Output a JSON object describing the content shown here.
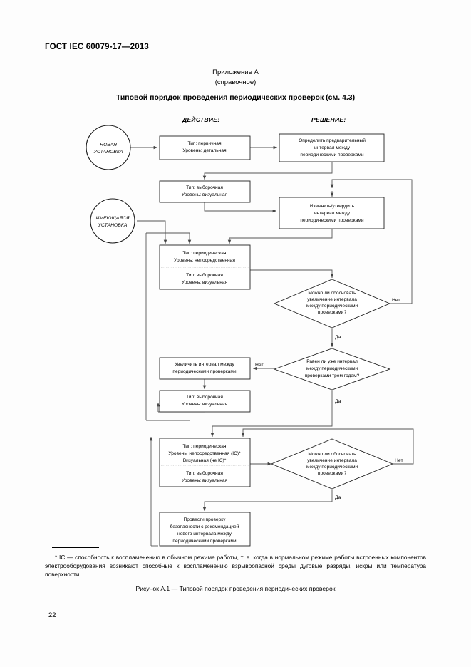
{
  "document": {
    "standard_header": "ГОСТ IEC 60079-17—2013",
    "annex_title": "Приложение А",
    "annex_subtitle": "(справочное)",
    "figure_heading": "Типовой порядок проведения периодических проверок (см. 4.3)",
    "figure_caption": "Рисунок А.1 — Типовой порядок проведения периодических проверок",
    "page_number": "22",
    "footnote": "* IC — способность к воспламенению в обычном режиме работы, т. е. когда в нормальном режиме работы встроенных компонентов электрооборудования возникают способные к воспламенению взрывоопасной среды дуговые разряды, искры или температура поверхности."
  },
  "columns": {
    "action": "ДЕЙСТВИЕ:",
    "decision": "РЕШЕНИЕ:"
  },
  "flow": {
    "terminators": [
      {
        "id": "new-installation",
        "lines": [
          "НОВАЯ",
          "УСТАНОВКА"
        ]
      },
      {
        "id": "existing-installation",
        "lines": [
          "ИМЕЮЩАЯСЯ",
          "УСТАНОВКА"
        ]
      }
    ],
    "process_boxes": [
      {
        "id": "initial-detailed",
        "lines": [
          "Тип: первичная",
          "Уровень: детальная"
        ]
      },
      {
        "id": "determine-interval",
        "lines": [
          "Определить предварительный",
          "интервал между",
          "периодическими проверками"
        ]
      },
      {
        "id": "sample-visual-1",
        "lines": [
          "Тип: выборочная",
          "Уровень: визуальная"
        ]
      },
      {
        "id": "change-approve-interval",
        "lines": [
          "Изменить/утвердить",
          "интервал между",
          "периодическими проверками"
        ]
      },
      {
        "id": "periodic-close-split",
        "top_lines": [
          "Тип: периодическая",
          "Уровень: непосредственная"
        ],
        "bottom_lines": [
          "Тип: выборочная",
          "Уровень: визуальная"
        ]
      },
      {
        "id": "increase-interval",
        "lines": [
          "Увеличить интервал между",
          "периодическими проверками"
        ]
      },
      {
        "id": "sample-visual-2",
        "lines": [
          "Тип: выборочная",
          "Уровень: визуальная"
        ]
      },
      {
        "id": "periodic-ic-split",
        "top_lines": [
          "Тип: периодическая",
          "Уровень: непосредственная (IC)*",
          "Визуальная (не IC)*"
        ],
        "bottom_lines": [
          "Тип: выборочная",
          "Уровень: визуальная"
        ]
      },
      {
        "id": "safety-review",
        "lines": [
          "Провести проверку",
          "безопасности с рекомендацией",
          "нового интервала между",
          "периодическими проверками"
        ]
      }
    ],
    "decisions": [
      {
        "id": "justify-increase-1",
        "lines": [
          "Можно ли обосновать",
          "увеличение интервала",
          "между периодическими",
          "проверками?"
        ],
        "yes": "Да",
        "no": "Нет"
      },
      {
        "id": "interval-three-years",
        "lines": [
          "Равен ли уже интервал",
          "между периодическими",
          "проверками трем годам?"
        ],
        "yes": "Да",
        "no": "Нет"
      },
      {
        "id": "justify-increase-2",
        "lines": [
          "Можно ли обосновать",
          "увеличение интервала",
          "между периодическими",
          "проверками?"
        ],
        "yes": "Да",
        "no": "Нет"
      }
    ]
  },
  "colors": {
    "ink": "#000000",
    "line": "#555555",
    "paper": "#fdfdfd"
  }
}
